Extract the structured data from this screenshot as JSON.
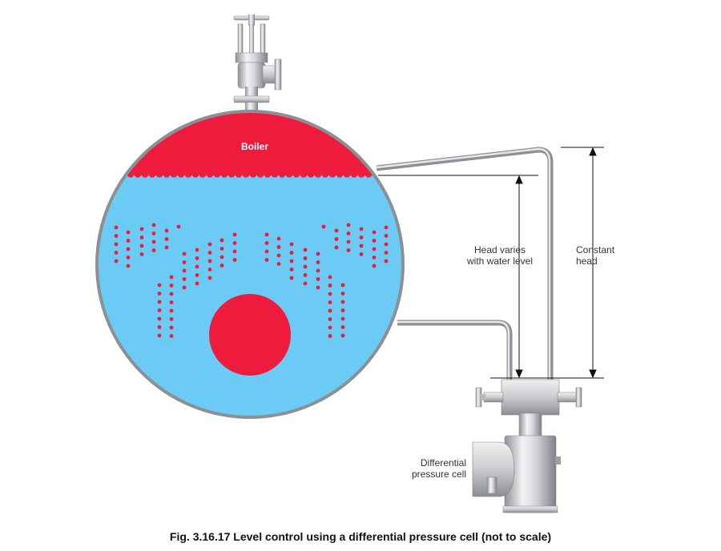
{
  "colors": {
    "water": "#6CCBF4",
    "steam": "#EE1B3D",
    "shell": "#8C8F94",
    "metal_light": "#E3E5E8",
    "metal_dark": "#8E9196",
    "dimension_line": "#111111"
  },
  "labels": {
    "boiler": "Boiler",
    "head_varies_line1": "Head varies",
    "head_varies_line2": "with water level",
    "constant_head_line1": "Constant",
    "constant_head_line2": "head",
    "dp_cell_line1": "Differential",
    "dp_cell_line2": "pressure cell"
  },
  "caption": "Fig. 3.16.17 Level control using a differential pressure cell (not to scale)",
  "components": {
    "steam_valve": "valve-icon",
    "dp_cell": "dp-cell-icon"
  }
}
